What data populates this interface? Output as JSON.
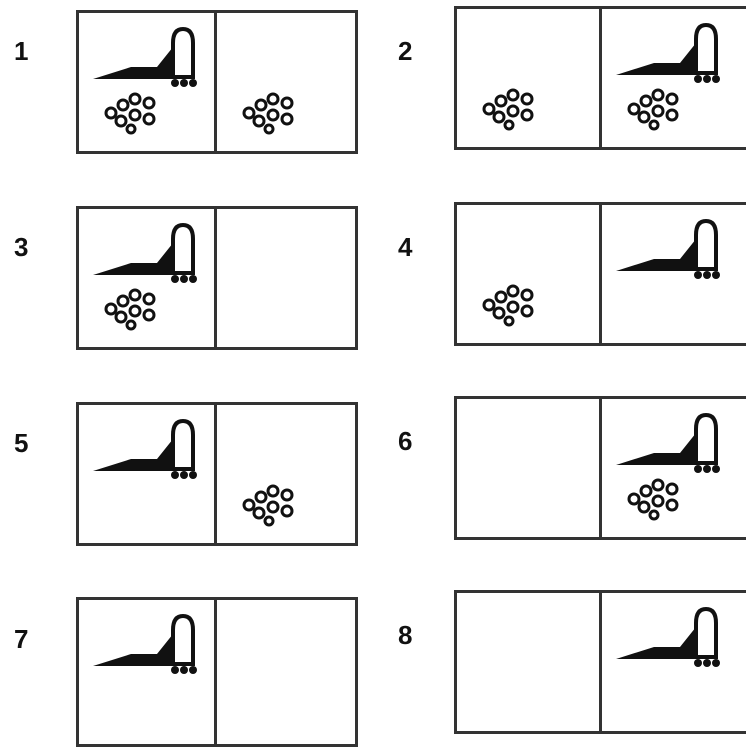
{
  "states": [
    {
      "label": "1",
      "left": {
        "vacuum": true,
        "dirt": true
      },
      "right": {
        "vacuum": false,
        "dirt": true
      }
    },
    {
      "label": "2",
      "left": {
        "vacuum": false,
        "dirt": true
      },
      "right": {
        "vacuum": true,
        "dirt": true
      }
    },
    {
      "label": "3",
      "left": {
        "vacuum": true,
        "dirt": true
      },
      "right": {
        "vacuum": false,
        "dirt": false
      }
    },
    {
      "label": "4",
      "left": {
        "vacuum": false,
        "dirt": true
      },
      "right": {
        "vacuum": true,
        "dirt": false
      }
    },
    {
      "label": "5",
      "left": {
        "vacuum": true,
        "dirt": false
      },
      "right": {
        "vacuum": false,
        "dirt": true
      }
    },
    {
      "label": "6",
      "left": {
        "vacuum": false,
        "dirt": false
      },
      "right": {
        "vacuum": true,
        "dirt": true
      }
    },
    {
      "label": "7",
      "left": {
        "vacuum": true,
        "dirt": false
      },
      "right": {
        "vacuum": false,
        "dirt": false
      }
    },
    {
      "label": "8",
      "left": {
        "vacuum": false,
        "dirt": false
      },
      "right": {
        "vacuum": true,
        "dirt": false
      }
    }
  ],
  "colors": {
    "border": "#333333",
    "ink": "#111111",
    "background": "#ffffff"
  }
}
